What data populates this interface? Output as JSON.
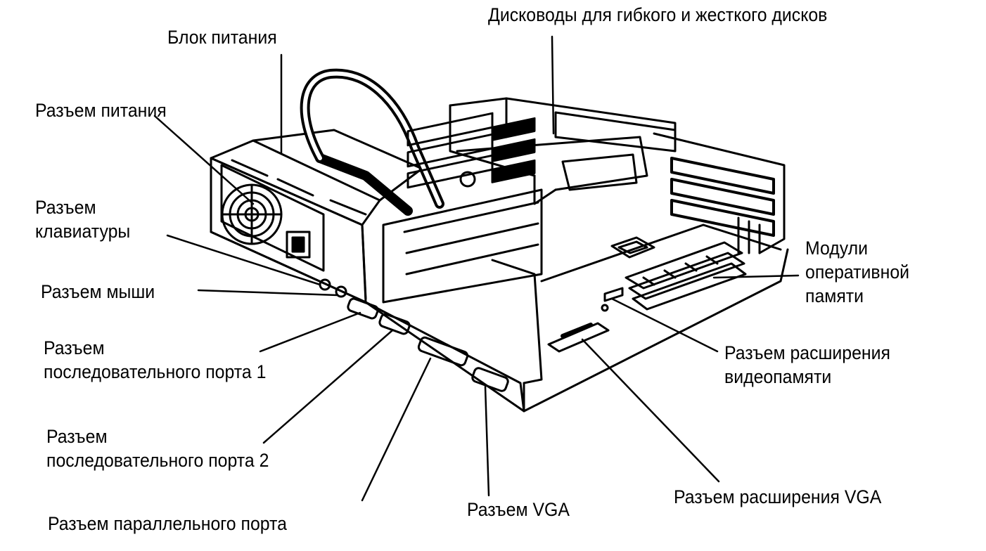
{
  "labels": {
    "power_supply": "Блок питания",
    "drives": "Дисководы для гибкого и жесткого дисков",
    "power_connector": "Разъем питания",
    "keyboard_connector": [
      "Разъем",
      "клавиатуры"
    ],
    "mouse_connector": "Разъем мыши",
    "serial_port_1": [
      "Разъем",
      "последовательного порта 1"
    ],
    "serial_port_2": [
      "Разъем",
      "последовательного порта 2"
    ],
    "parallel_port": "Разъем параллельного порта",
    "vga_connector": "Разъем VGA",
    "vga_expansion": "Разъем расширения VGA",
    "video_memory_expansion": [
      "Разъем расширения",
      "видеопамяти"
    ],
    "memory_modules": [
      "Модули",
      "оперативной",
      "памяти"
    ]
  }
}
